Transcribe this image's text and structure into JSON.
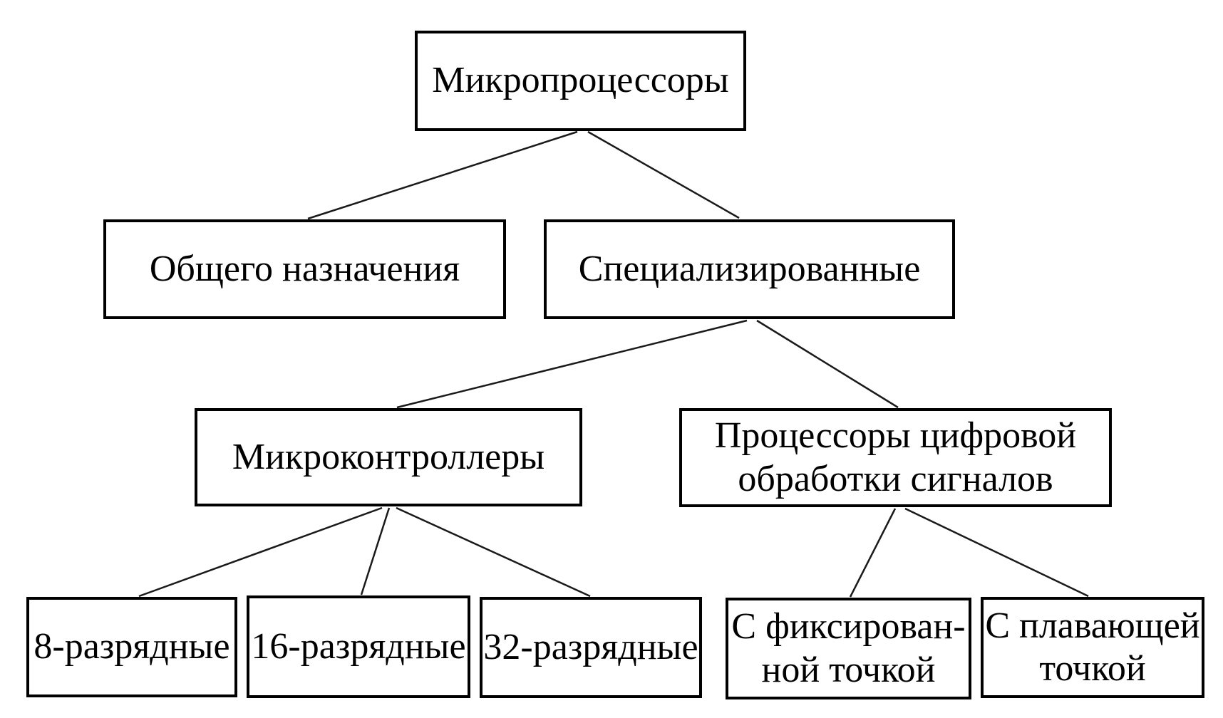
{
  "tree": {
    "root": {
      "label": "Микропроцессоры",
      "children": [
        {
          "label": "Общего назначения",
          "children": []
        },
        {
          "label": "Специализированные",
          "children": [
            {
              "label": "Микроконтроллеры",
              "children": [
                {
                  "label": "8-разрядные"
                },
                {
                  "label": "16-разрядные"
                },
                {
                  "label": "32-разрядные"
                }
              ]
            },
            {
              "label": "Процессоры цифровой\nобработки сигналов",
              "children": [
                {
                  "label": "С фиксирован-\nной точкой"
                },
                {
                  "label": "С плавающей\nточкой"
                }
              ]
            }
          ]
        }
      ]
    }
  },
  "style": {
    "line_color": "#1a1a1a",
    "border_color": "#000000",
    "background_color": "#ffffff",
    "text_color": "#000000"
  }
}
